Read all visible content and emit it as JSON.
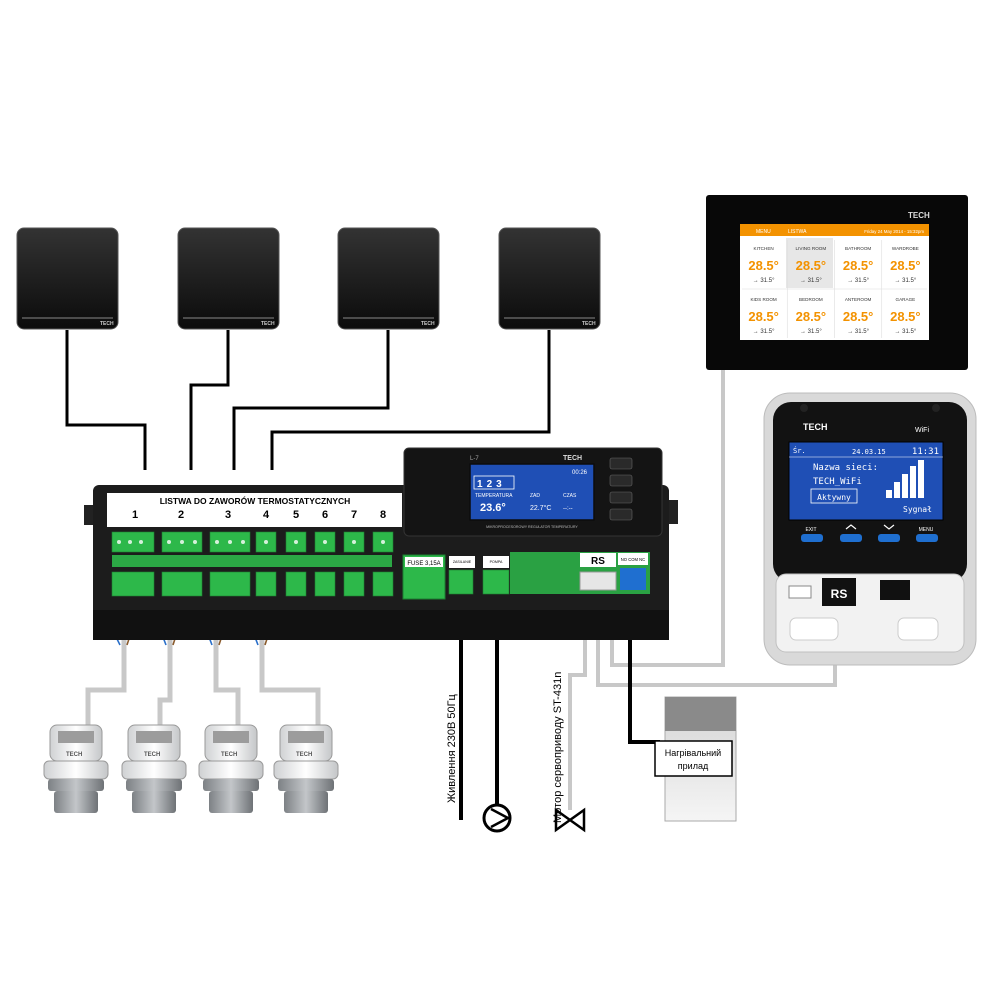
{
  "brand": "TECH",
  "strip": {
    "title": "LISTWA DO ZAWORÓW TERMOSTATYCZNYCH",
    "zones": [
      "1",
      "2",
      "3",
      "4",
      "5",
      "6",
      "7",
      "8"
    ],
    "fuse": "FUSE 3,15A",
    "supply_label": "ZASILANIE",
    "pump_label": "POMPA",
    "rs_label": "RS",
    "nocomnc_label": "NO COM NC"
  },
  "controller": {
    "model": "L-7",
    "time": "00:26",
    "zone_tabs": [
      "1",
      "2",
      "3"
    ],
    "temp_label": "TEMPERATURA",
    "temp_value": "23.6°",
    "zad_label": "ZAD",
    "zad_value": "22.7°C",
    "czas_label": "CZAS",
    "czas_value": "--:--",
    "caption": "MIKROPROCESOROWY REGULATOR TEMPERATURY"
  },
  "touch_panel": {
    "menu": "MENU",
    "breadcrumb": "LISTWA",
    "date": "Friday 24 May 2014 - 15:32pm",
    "rooms": [
      {
        "name": "KITCHEN",
        "temp": "28.5°",
        "set": "→ 31.5°"
      },
      {
        "name": "LIVING ROOM",
        "temp": "28.5°",
        "set": "→ 31.5°"
      },
      {
        "name": "BATHROOM",
        "temp": "28.5°",
        "set": "→ 31.5°"
      },
      {
        "name": "WARDROBE",
        "temp": "28.5°",
        "set": "→ 31.5°"
      },
      {
        "name": "KIDS ROOM",
        "temp": "28.5°",
        "set": "→ 31.5°"
      },
      {
        "name": "BEDROOM",
        "temp": "28.5°",
        "set": "→ 31.5°"
      },
      {
        "name": "ANTEROOM",
        "temp": "28.5°",
        "set": "→ 31.5°"
      },
      {
        "name": "GARAGE",
        "temp": "28.5°",
        "set": "→ 31.5°"
      }
    ]
  },
  "wifi_module": {
    "wifi": "WiFi",
    "day": "Śr.",
    "date": "24.03.15",
    "time": "11:31",
    "line1": "Nazwa sieci:",
    "line2": "TECH_WiFi",
    "status": "Aktywny",
    "signal_label": "Sygnał",
    "buttons": [
      "EXIT",
      "MENU"
    ],
    "rs_label": "RS"
  },
  "labels": {
    "power": "Живлення 230В 50Гц",
    "servo": "Мотор сервоприводу ST-431n",
    "heater_line1": "Нагрівальний",
    "heater_line2": "прилад"
  },
  "colors": {
    "accent": "#f39200",
    "terminal": "#2db84a",
    "lcd": "#1f4fb5"
  }
}
